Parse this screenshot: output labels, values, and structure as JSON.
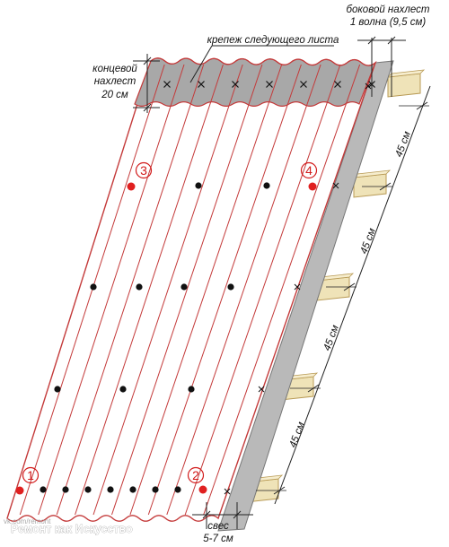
{
  "labels": {
    "side_overlap_line1": "боковой нахлест",
    "side_overlap_line2": "1 волна (9,5 см)",
    "next_sheet_fastening": "крепеж следующего листа",
    "end_overlap_line1": "концевой",
    "end_overlap_line2": "нахлест",
    "end_overlap_line3": "20 см",
    "overhang_line1": "свес",
    "overhang_line2": "5-7 см",
    "spacing": [
      "45 см",
      "45 см",
      "45 см",
      "45 см"
    ]
  },
  "fastening_points": [
    "1",
    "2",
    "3",
    "4"
  ],
  "watermark": {
    "title": "Ремонт как Искусство",
    "url": "vk.com/remont"
  },
  "colors": {
    "sheet_outline": "#c43a3a",
    "overlap_fill": "#a8a8a8",
    "edge_fill": "#b7b7b7",
    "screw_red": "#e02020",
    "screw_black": "#111111",
    "batten": "#efe3b8"
  }
}
